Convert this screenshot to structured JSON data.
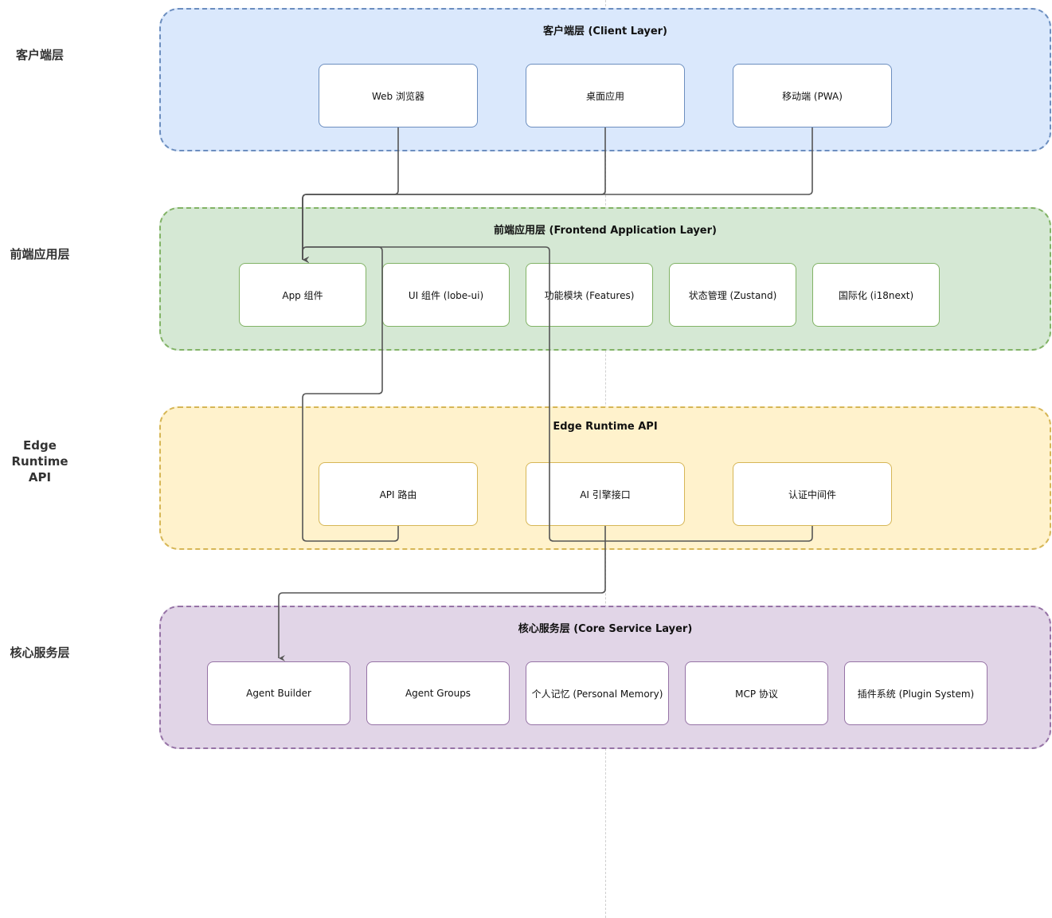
{
  "side_labels": {
    "client": "客户端层",
    "frontend": "前端应用层",
    "edge": "Edge\nRuntime API",
    "core": "核心服务层"
  },
  "layers": {
    "client": {
      "title": "客户端层 (Client Layer)",
      "fill": "#dae8fc",
      "stroke": "#6c8ebf"
    },
    "frontend": {
      "title": "前端应用层 (Frontend Application Layer)",
      "fill": "#d5e8d4",
      "stroke": "#82b366"
    },
    "edge": {
      "title": "Edge Runtime API",
      "fill": "#fff2cc",
      "stroke": "#d6b656"
    },
    "core": {
      "title": "核心服务层 (Core Service Layer)",
      "fill": "#e1d5e7",
      "stroke": "#9673a6"
    }
  },
  "nodes": {
    "client": [
      "Web 浏览器",
      "桌面应用",
      "移动端 (PWA)"
    ],
    "frontend": [
      "App 组件",
      "UI 组件 (lobe-ui)",
      "功能模块 (Features)",
      "状态管理 (Zustand)",
      "国际化 (i18next)"
    ],
    "edge": [
      "API 路由",
      "AI 引擎接口",
      "认证中间件"
    ],
    "core": [
      "Agent Builder",
      "Agent Groups",
      "个人记忆 (Personal Memory)",
      "MCP 协议",
      "插件系统 (Plugin System)"
    ]
  },
  "colors": {
    "connector": "#555555"
  }
}
